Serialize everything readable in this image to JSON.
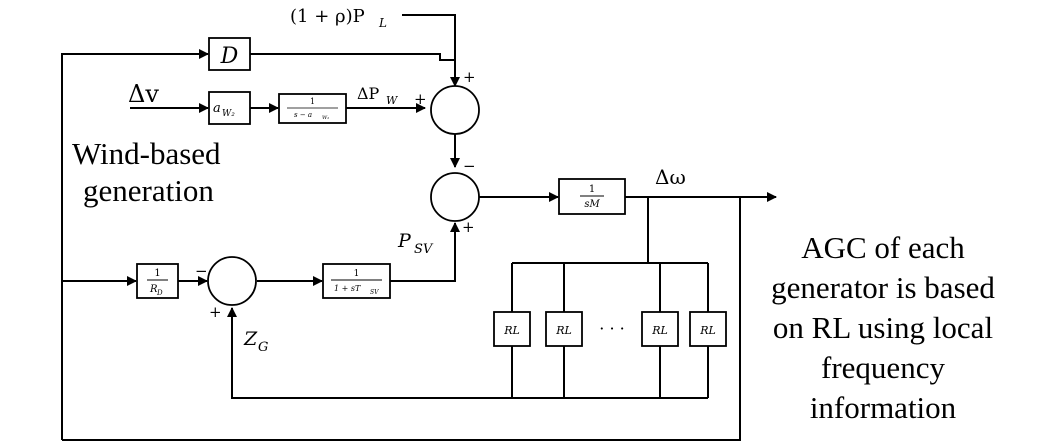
{
  "inputs": {
    "load_disturbance": "(1 + ρ)P",
    "load_disturbance_sub": "L",
    "wind_input": "Δv"
  },
  "blocks": {
    "damping": "D",
    "wind_gain": "a",
    "wind_gain_sub": "W₂",
    "wind_tf_num": "1",
    "wind_tf_den": "s − a",
    "wind_tf_den_sub": "W₁",
    "inertia_num": "1",
    "inertia_den": "sM",
    "droop_num": "1",
    "droop_den": "R",
    "droop_den_sub": "D",
    "governor_num": "1",
    "governor_den": "1 + sT",
    "governor_den_sub": "SV",
    "rl_label": "RL",
    "ellipsis": "· · ·"
  },
  "signals": {
    "wind_power": "ΔP",
    "wind_power_sub": "W",
    "freq_dev": "Δω",
    "steam_valve": "P",
    "steam_valve_sub": "SV",
    "agc_signal": "Z",
    "agc_signal_sub": "G"
  },
  "signs": {
    "plus": "+",
    "minus": "−"
  },
  "annotations": {
    "wind_line1": "Wind-based",
    "wind_line2": "generation",
    "agc_line1": "AGC of each",
    "agc_line2": "generator is based",
    "agc_line3": "on RL using local",
    "agc_line4": "frequency",
    "agc_line5": "information"
  }
}
